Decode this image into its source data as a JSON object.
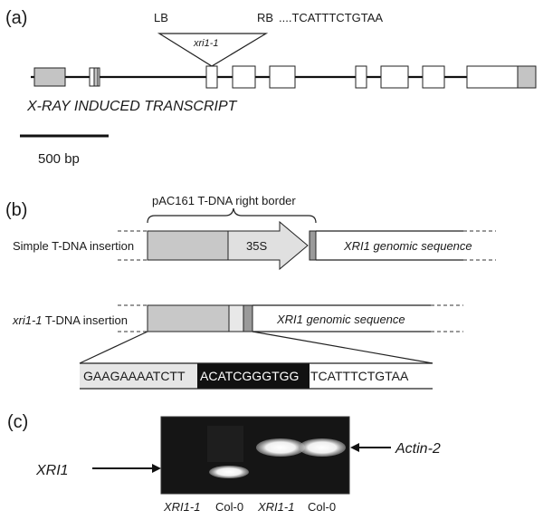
{
  "panel_a": {
    "label": "(a)",
    "lb": "LB",
    "rb": "RB",
    "rb_seq": "....TCATTTCTGTAA",
    "insert_name": "xri1-1",
    "gene_title": "X-RAY INDUCED TRANSCRIPT",
    "scale_label": "500 bp"
  },
  "panel_b": {
    "label": "(b)",
    "border_label": "pAC161 T-DNA right border",
    "simple_label": "Simple T-DNA insertion",
    "promoter_label": "35S",
    "genomic_label": "XRI1 genomic sequence",
    "mutant_label_italic": "xri1-1",
    "mutant_label_rest": " T-DNA insertion",
    "mutant_genomic_label": "XRI1 genomic sequence",
    "seq_left": "GAAGAAAATCTT",
    "seq_middle": "ACATCGGGTGG",
    "seq_right": "TCATTTCTGTAA",
    "colors": {
      "tdna": "#c8c8c8",
      "insert_black": "#111111",
      "seq_grey": "#e6e6e6"
    }
  },
  "panel_c": {
    "label": "(c)",
    "left_band_label": "XRI1",
    "right_band_label": "Actin-2",
    "lanes": [
      "XRI1-1",
      "Col-0",
      "XRI1-1",
      "Col-0"
    ],
    "lanes_italic": [
      true,
      false,
      true,
      false
    ]
  }
}
